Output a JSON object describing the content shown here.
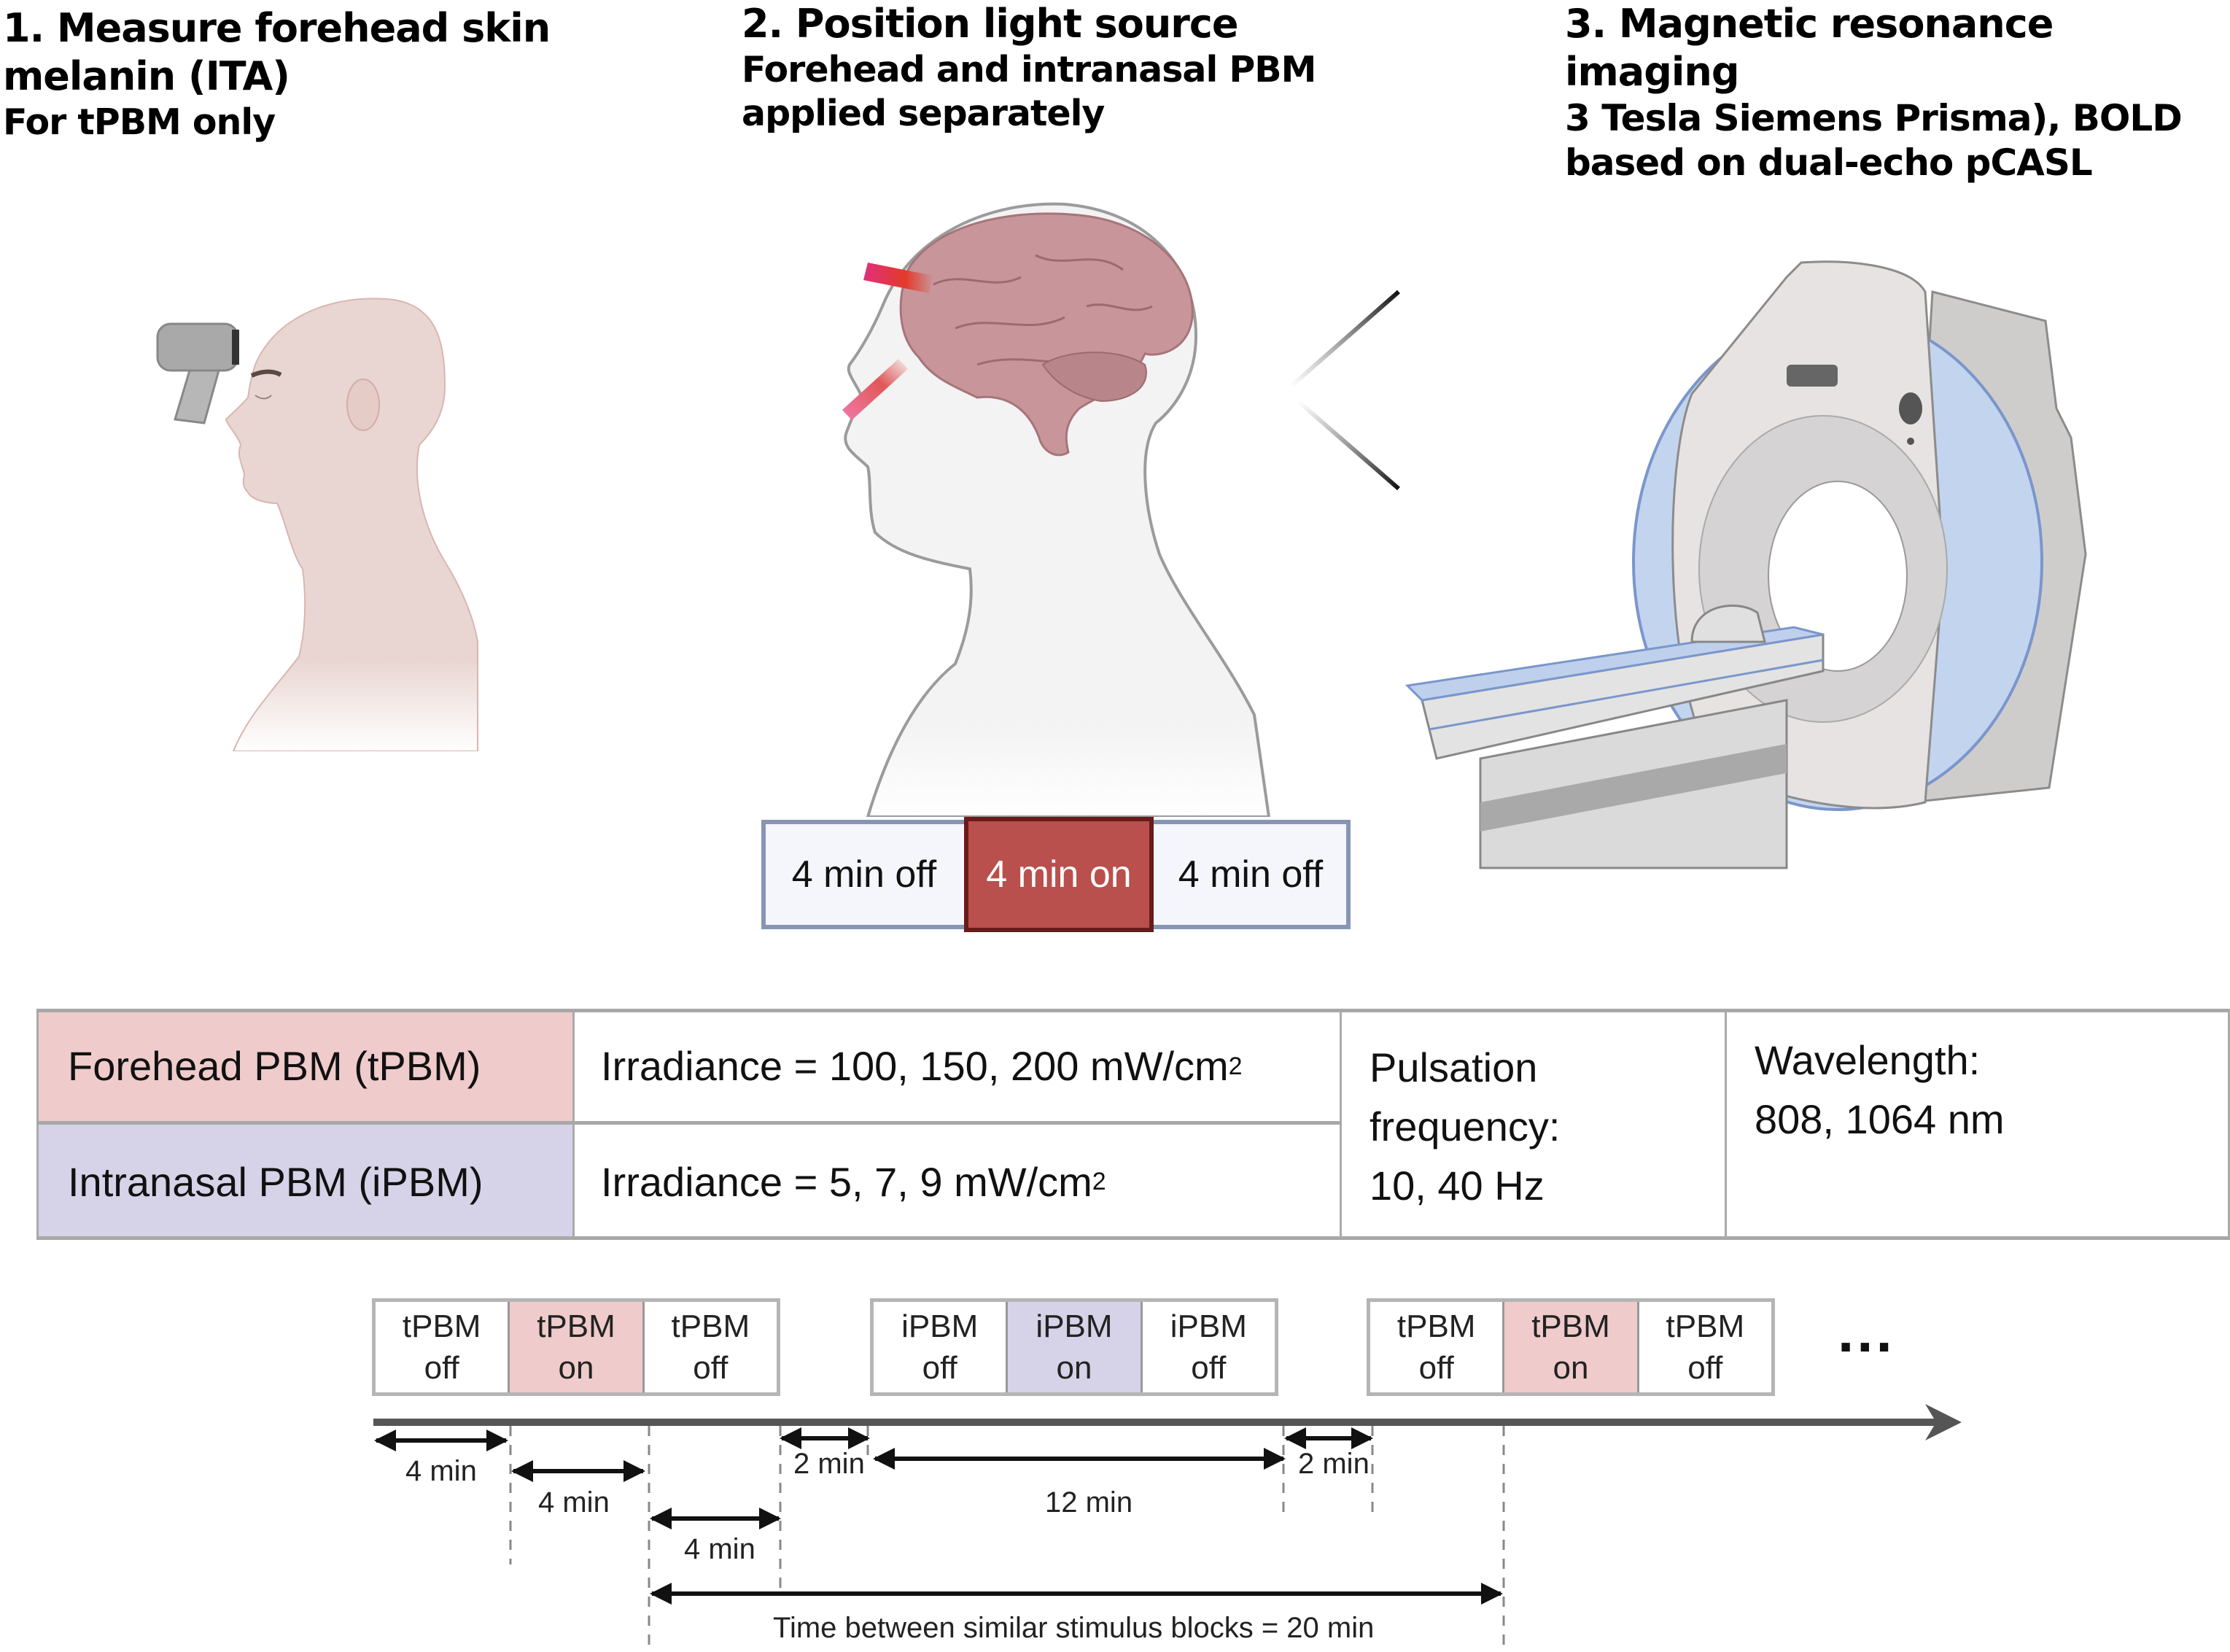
{
  "steps": [
    {
      "title": "1. Measure forehead skin",
      "title2": "melanin (ITA)",
      "subtitle": "For tPBM only"
    },
    {
      "title": "2. Position light source",
      "subtitle": "Forehead and intranasal PBM",
      "subtitle2": "applied separately"
    },
    {
      "title": "3. Magnetic resonance imaging",
      "subtitle": "3 Tesla Siemens Prisma), BOLD",
      "subtitle2": "based on dual-echo pCASL"
    }
  ],
  "illustrations": {
    "step1": "colorimeter-and-head-profile",
    "step2": "head-with-brain-and-light-beams",
    "step3": "mri-scanner"
  },
  "stimulus_bar": {
    "off1": "4 min off",
    "on": "4 min on",
    "off2": "4 min off"
  },
  "param_table": {
    "rows": [
      {
        "label": "Forehead PBM (tPBM)",
        "irradiance": "Irradiance = 100, 150, 200 mW/cm",
        "irr_sup": "2",
        "color": "#efcbcb"
      },
      {
        "label": "Intranasal PBM (iPBM)",
        "irradiance": "Irradiance = 5, 7, 9 mW/cm",
        "irr_sup": "2",
        "color": "#d6d2e8"
      }
    ],
    "pulsation": {
      "line1": "Pulsation",
      "line2": "frequency:",
      "line3": "10, 40 Hz"
    },
    "wavelength": {
      "line1": "Wavelength:",
      "line2": "808, 1064 nm"
    }
  },
  "timeline": {
    "blocks": [
      {
        "type": "tPBM",
        "cells": [
          {
            "name": "tPBM",
            "state": "off"
          },
          {
            "name": "tPBM",
            "state": "on"
          },
          {
            "name": "tPBM",
            "state": "off"
          }
        ]
      },
      {
        "type": "iPBM",
        "cells": [
          {
            "name": "iPBM",
            "state": "off"
          },
          {
            "name": "iPBM",
            "state": "on"
          },
          {
            "name": "iPBM",
            "state": "off"
          }
        ]
      },
      {
        "type": "tPBM",
        "cells": [
          {
            "name": "tPBM",
            "state": "off"
          },
          {
            "name": "tPBM",
            "state": "on"
          },
          {
            "name": "tPBM",
            "state": "off"
          }
        ]
      }
    ],
    "ellipsis": "...",
    "durations": [
      {
        "label": "4 min",
        "minutes": 4
      },
      {
        "label": "4 min",
        "minutes": 4
      },
      {
        "label": "4 min",
        "minutes": 4
      },
      {
        "label": "2 min",
        "minutes": 2
      },
      {
        "label": "12 min",
        "minutes": 12
      },
      {
        "label": "2 min",
        "minutes": 2
      }
    ],
    "total_label": "Time between similar stimulus blocks = 20 min",
    "total_minutes": 20
  },
  "colors": {
    "tpbm_on": "#efcbcb",
    "ipbm_on": "#d6d2e8",
    "stim_on": "#b9504d",
    "stim_border": "#8795b5"
  }
}
